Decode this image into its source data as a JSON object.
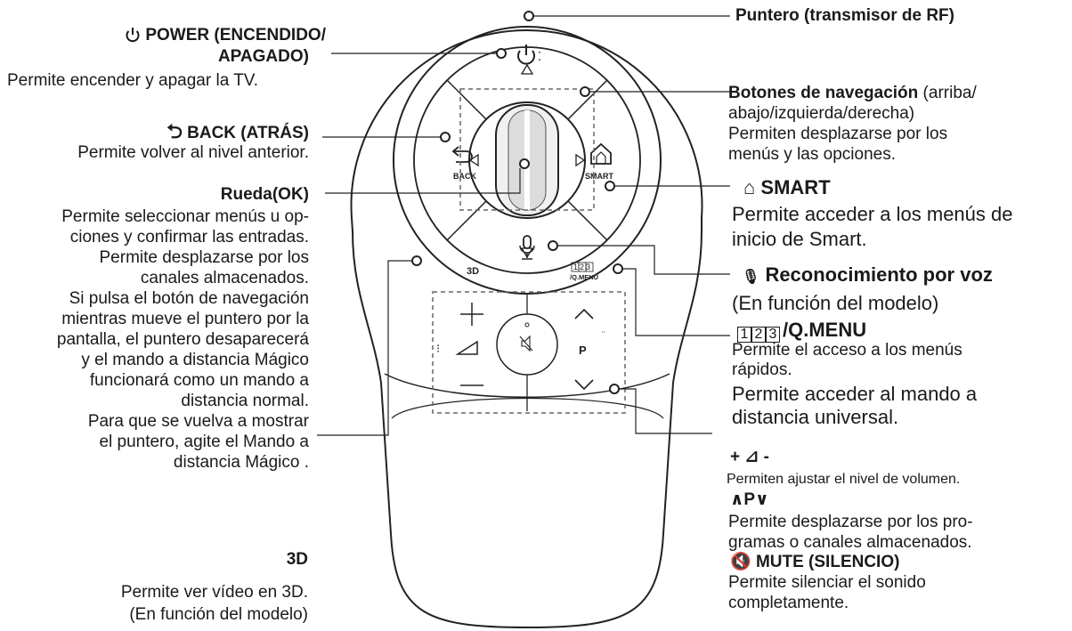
{
  "power": {
    "title_line1": "POWER (ENCENDIDO/",
    "title_line2": "APAGADO)",
    "desc": "Permite encender y apagar la TV."
  },
  "back": {
    "title": "BACK (ATRÁS)",
    "desc": "Permite volver al nivel anterior."
  },
  "wheel": {
    "title": "Rueda(OK)",
    "desc_lines": [
      "Permite seleccionar menús u op-",
      "ciones y confirmar las entradas.",
      "Permite desplazarse por los",
      "canales almacenados.",
      "Si pulsa el botón de navegación",
      "mientras mueve el puntero por la",
      "pantalla, el puntero desaparecerá",
      "y el mando a distancia Mágico",
      "funcionará como un mando a",
      "distancia normal.",
      "Para que se vuelva a mostrar",
      "el puntero, agite el Mando a",
      "distancia Mágico ."
    ]
  },
  "threed": {
    "title": "3D",
    "desc_line1": "Permite ver vídeo en 3D.",
    "desc_line2": "(En función del modelo)"
  },
  "pointer": {
    "title": "Puntero (transmisor de RF)"
  },
  "navigation": {
    "title": "Botones de navegación",
    "title_suffix": " (arriba/",
    "line2": "abajo/izquierda/derecha)",
    "line3": "Permiten desplazarse por los",
    "line4": "menús y las opciones."
  },
  "smart": {
    "title": "SMART",
    "desc_line1": "Permite acceder a los menús de",
    "desc_line2": "inicio de Smart."
  },
  "voice": {
    "title": "Reconocimiento por voz",
    "note": "(En función del modelo)"
  },
  "qmenu": {
    "key_digits": [
      "1",
      "2",
      "3"
    ],
    "title": "/Q.MENU",
    "desc_line1": "Permite el acceso a los menús",
    "desc_line2": "rápidos.",
    "desc_line3": "Permite acceder al mando a",
    "desc_line4": "distancia universal."
  },
  "volume": {
    "title": "+ ⊿ -",
    "desc": "Permiten ajustar el nivel de volumen."
  },
  "program": {
    "title": "∧P∨",
    "desc_line1": "Permite desplazarse por los pro-",
    "desc_line2": "gramas o canales almacenados."
  },
  "mute": {
    "title": "MUTE (SILENCIO)",
    "desc_line1": "Permite silenciar el sonido",
    "desc_line2": "completamente."
  },
  "remote_labels": {
    "back": "BACK",
    "smart": "SMART",
    "threed": "3D",
    "q123": "123",
    "qmenu": "/Q.MENU",
    "p": "P"
  }
}
